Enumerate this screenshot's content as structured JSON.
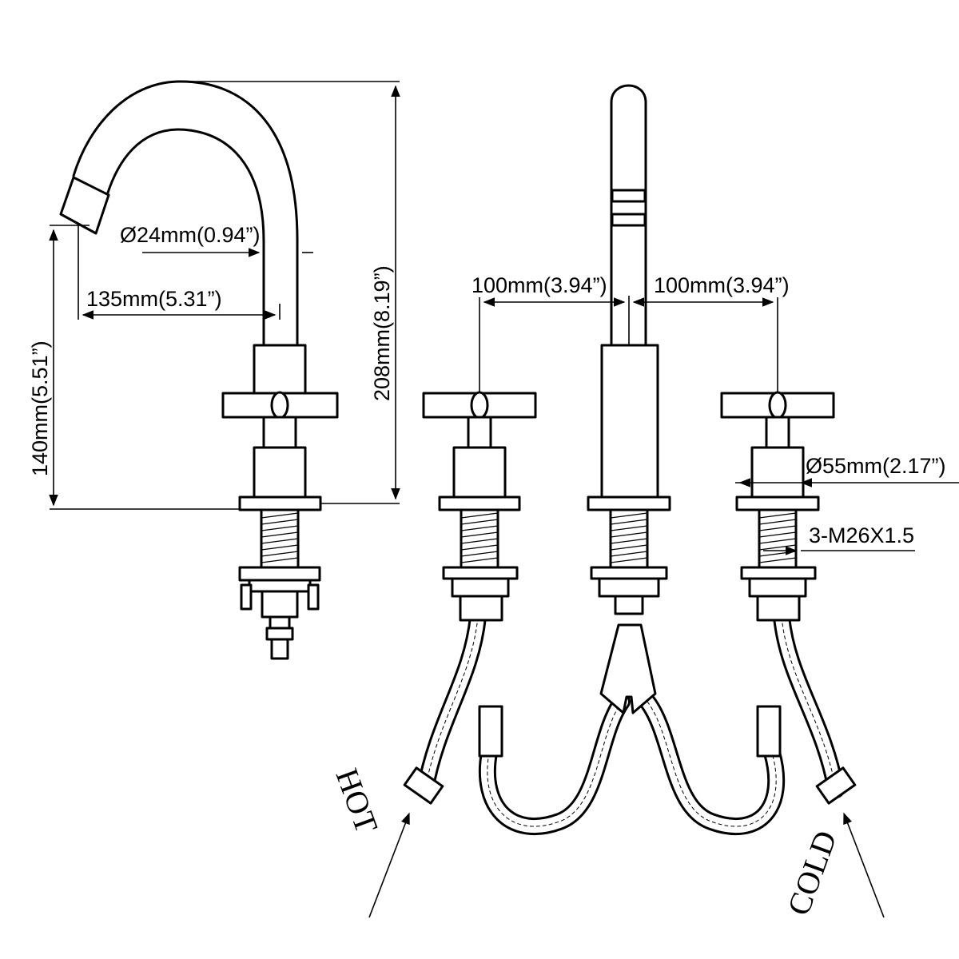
{
  "dimensions": {
    "spout_diameter": "Ø24mm(0.94”)",
    "reach": "135mm(5.31”)",
    "total_height": "208mm(8.19”)",
    "spout_height": "140mm(5.51”)",
    "center_left": "100mm(3.94”)",
    "center_right": "100mm(3.94”)",
    "handle_base_diameter": "Ø55mm(2.17”)",
    "thread": "3-M26X1.5"
  },
  "labels": {
    "hot": "HOT",
    "cold": "COLD"
  },
  "colors": {
    "line": "#000000",
    "background": "#ffffff"
  }
}
